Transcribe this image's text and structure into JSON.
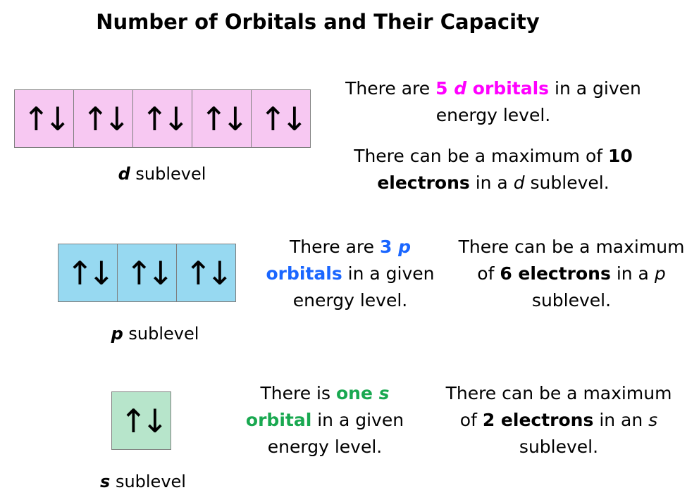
{
  "title": "Number of Orbitals and Their Capacity",
  "arrow_symbol": "↑↓",
  "colors": {
    "d_box": "#f7c8f2",
    "p_box": "#97d9f1",
    "s_box": "#b7e5cb",
    "d_highlight": "#ff00ff",
    "p_highlight": "#1a66ff",
    "s_highlight": "#19a850"
  },
  "d": {
    "box_count": 5,
    "label_letter": "d",
    "label_rest": " sublevel",
    "orbitals_text": {
      "a": "There are ",
      "b": "5 ",
      "c": "d",
      "d": " orbitals",
      "e": " in a given",
      "f": "energy level."
    },
    "capacity_text": {
      "a": "There can be a maximum of ",
      "b": "10",
      "c": "electrons",
      "d": " in a ",
      "e": "d",
      "f": " sublevel."
    }
  },
  "p": {
    "box_count": 3,
    "label_letter": "p",
    "label_rest": " sublevel",
    "orbitals_text": {
      "a": "There are ",
      "b": "3 ",
      "c": "p",
      "d": "orbitals",
      "e": " in a given",
      "f": "energy level."
    },
    "capacity_text": {
      "a": "There can be a maximum",
      "b": "of ",
      "c": "6 electrons",
      "d": " in a ",
      "e": "p",
      "f": "sublevel."
    }
  },
  "s": {
    "box_count": 1,
    "label_letter": "s",
    "label_rest": " sublevel",
    "orbitals_text": {
      "a": "There is ",
      "b": "one ",
      "c": "s",
      "d": "orbital",
      "e": " in a given",
      "f": "energy level."
    },
    "capacity_text": {
      "a": "There can be a maximum",
      "b": "of ",
      "c": "2 electrons",
      "d": " in an ",
      "e": "s",
      "f": "sublevel."
    }
  }
}
